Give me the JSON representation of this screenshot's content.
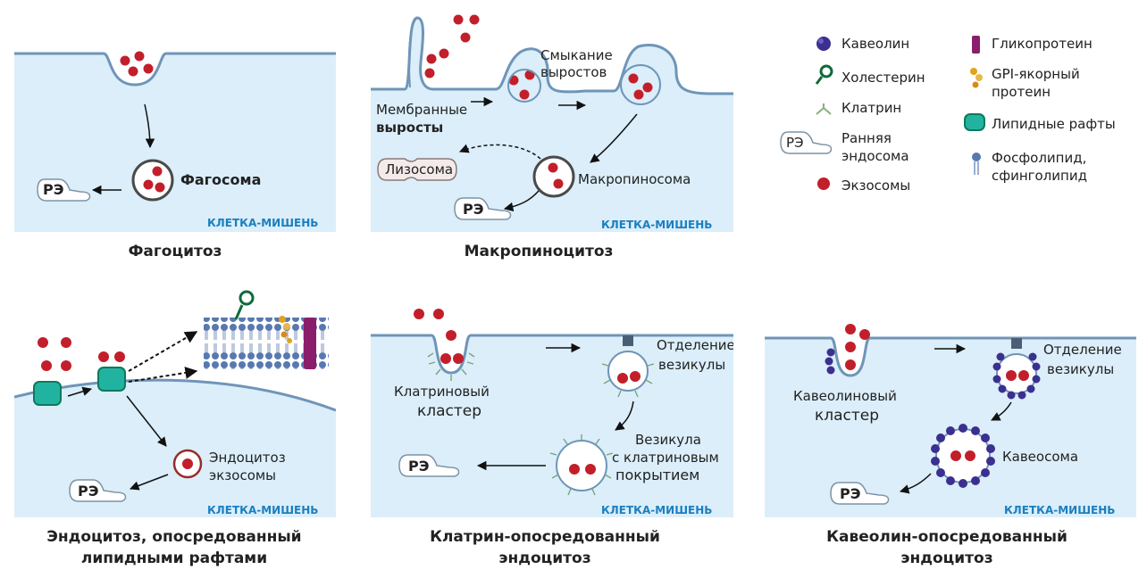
{
  "colors": {
    "cell": "#dbeefa",
    "membrane": "#6f95b8",
    "exosome": "#c21f2a",
    "target_label": "#1a7fc0",
    "caveolin": "#3b2f8f",
    "raft": "#22b3a0",
    "glycoprotein": "#8a1e6b"
  },
  "target_label": "КЛЕТКА-МИШЕНЬ",
  "re_label": "РЭ",
  "phagocytosis": {
    "caption": "Фагоцитоз",
    "phagosome": "Фагосома"
  },
  "macropinocytosis": {
    "caption": "Макропиноцитоз",
    "ruffles": [
      "Мембранные",
      "выросты"
    ],
    "closure": [
      "Смыкание",
      "выростов"
    ],
    "lysosome": "Лизосома",
    "macropinosome": "Макропиносома"
  },
  "legend": {
    "items": [
      {
        "icon": "caveolin-icon",
        "label": [
          "Кавеолин"
        ]
      },
      {
        "icon": "cholesterol-icon",
        "label": [
          "Холестерин"
        ]
      },
      {
        "icon": "clathrin-icon",
        "label": [
          "Клатрин"
        ]
      },
      {
        "icon": "early-endosome-icon",
        "label": [
          "Ранняя",
          "эндосома"
        ]
      },
      {
        "icon": "exosome-icon",
        "label": [
          "Экзосомы"
        ]
      },
      {
        "icon": "glycoprotein-icon",
        "label": [
          "Гликопротеин"
        ]
      },
      {
        "icon": "gpi-protein-icon",
        "label": [
          "GPI-якорный",
          "протеин"
        ]
      },
      {
        "icon": "lipid-raft-icon",
        "label": [
          "Липидные рафты"
        ]
      },
      {
        "icon": "phospholipid-icon",
        "label": [
          "Фосфолипид,",
          "сфинголипид"
        ]
      }
    ]
  },
  "lipid_raft": {
    "caption": [
      "Эндоцитоз, опосредованный",
      "липидными рафтами"
    ],
    "endocytosis": [
      "Эндоцитоз",
      "экзосомы"
    ]
  },
  "clathrin": {
    "caption": [
      "Клатрин-опосредованный",
      "эндоцитоз"
    ],
    "cluster": [
      "Клатриновый",
      "кластер"
    ],
    "separation": [
      "Отделение",
      "везикулы"
    ],
    "vesicle": [
      "Везикула",
      "с клатриновым",
      "покрытием"
    ]
  },
  "caveolin": {
    "caption": [
      "Кавеолин-опосредованный",
      "эндоцитоз"
    ],
    "cluster": [
      "Кавеолиновый",
      "кластер"
    ],
    "separation": [
      "Отделение",
      "везикулы"
    ],
    "caveosome": "Кавеосома"
  }
}
